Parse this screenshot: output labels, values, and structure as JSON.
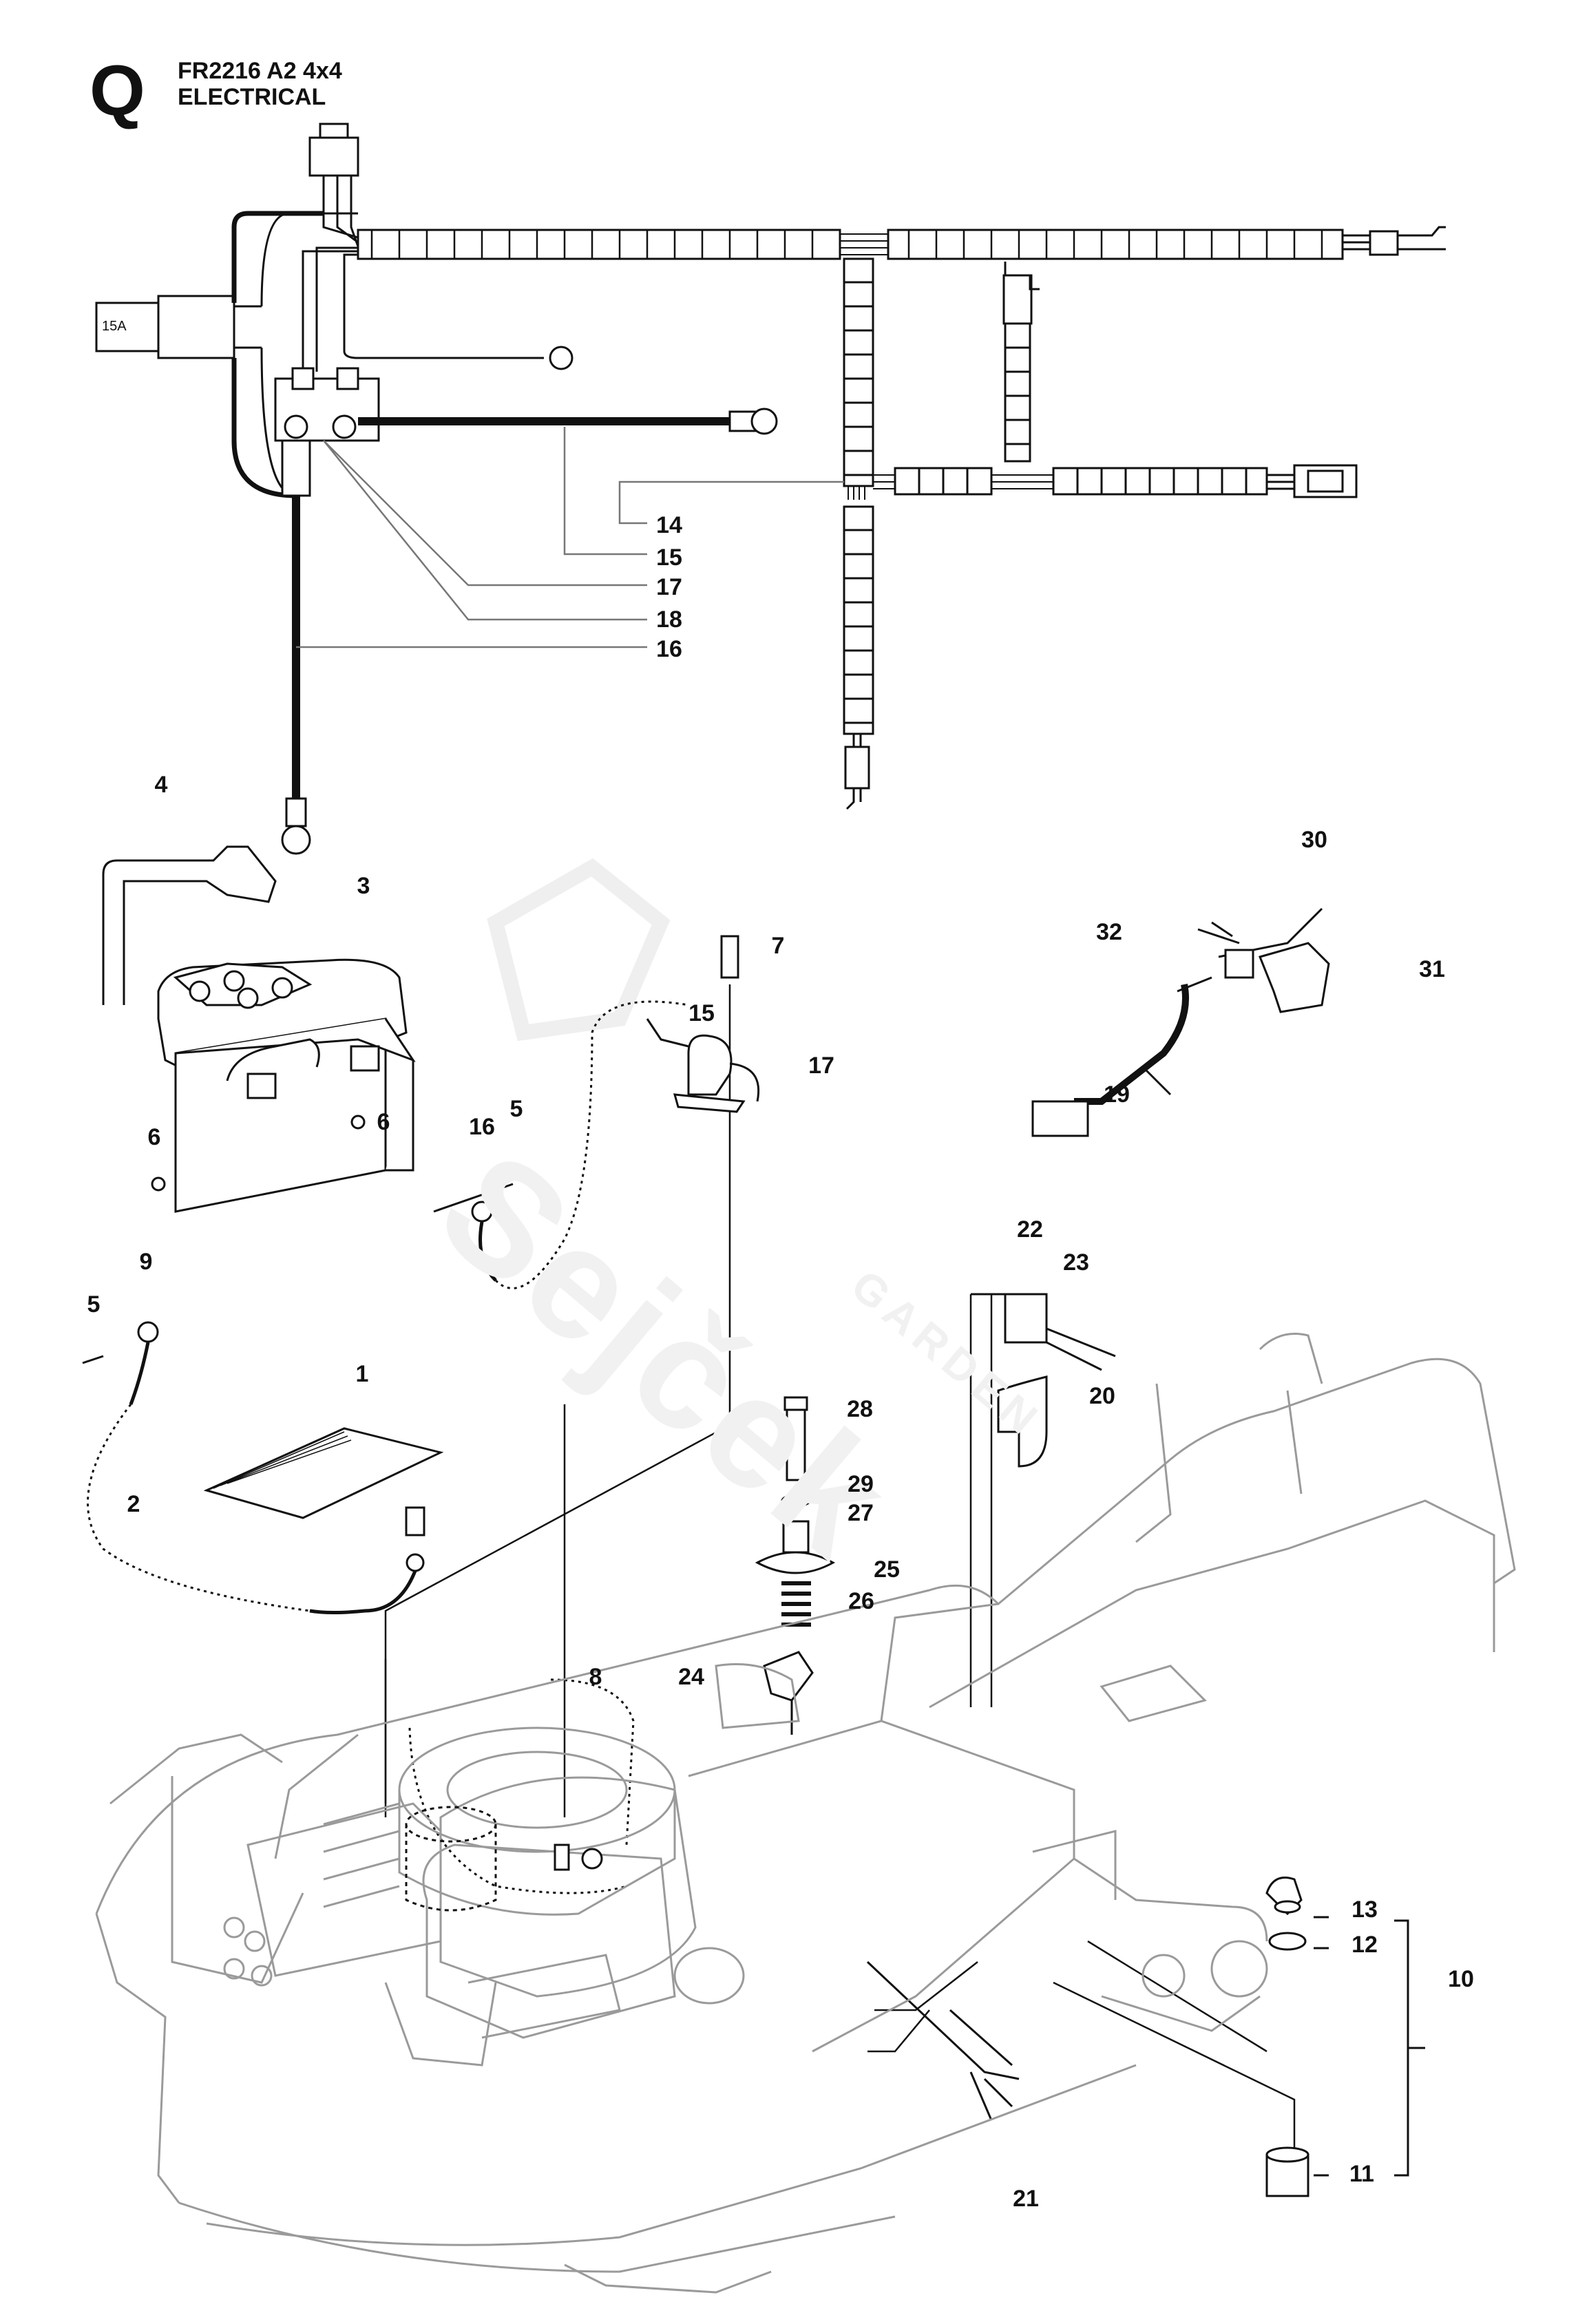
{
  "header": {
    "section_letter": "Q",
    "model": "FR2216 A2 4x4",
    "section_title": "ELECTRICAL"
  },
  "watermark": {
    "text": "Sejček",
    "subtext": "GARDEN"
  },
  "callouts": [
    "1",
    "2",
    "3",
    "4",
    "5",
    "5",
    "6",
    "6",
    "7",
    "8",
    "9",
    "10",
    "11",
    "12",
    "13",
    "14",
    "15",
    "15",
    "16",
    "16",
    "17",
    "17",
    "18",
    "19",
    "20",
    "21",
    "22",
    "23",
    "24",
    "25",
    "26",
    "27",
    "28",
    "29",
    "30",
    "31",
    "32"
  ],
  "colors": {
    "line": "#111111",
    "frame_line": "#9a9a9a",
    "watermark": "#ececec"
  }
}
